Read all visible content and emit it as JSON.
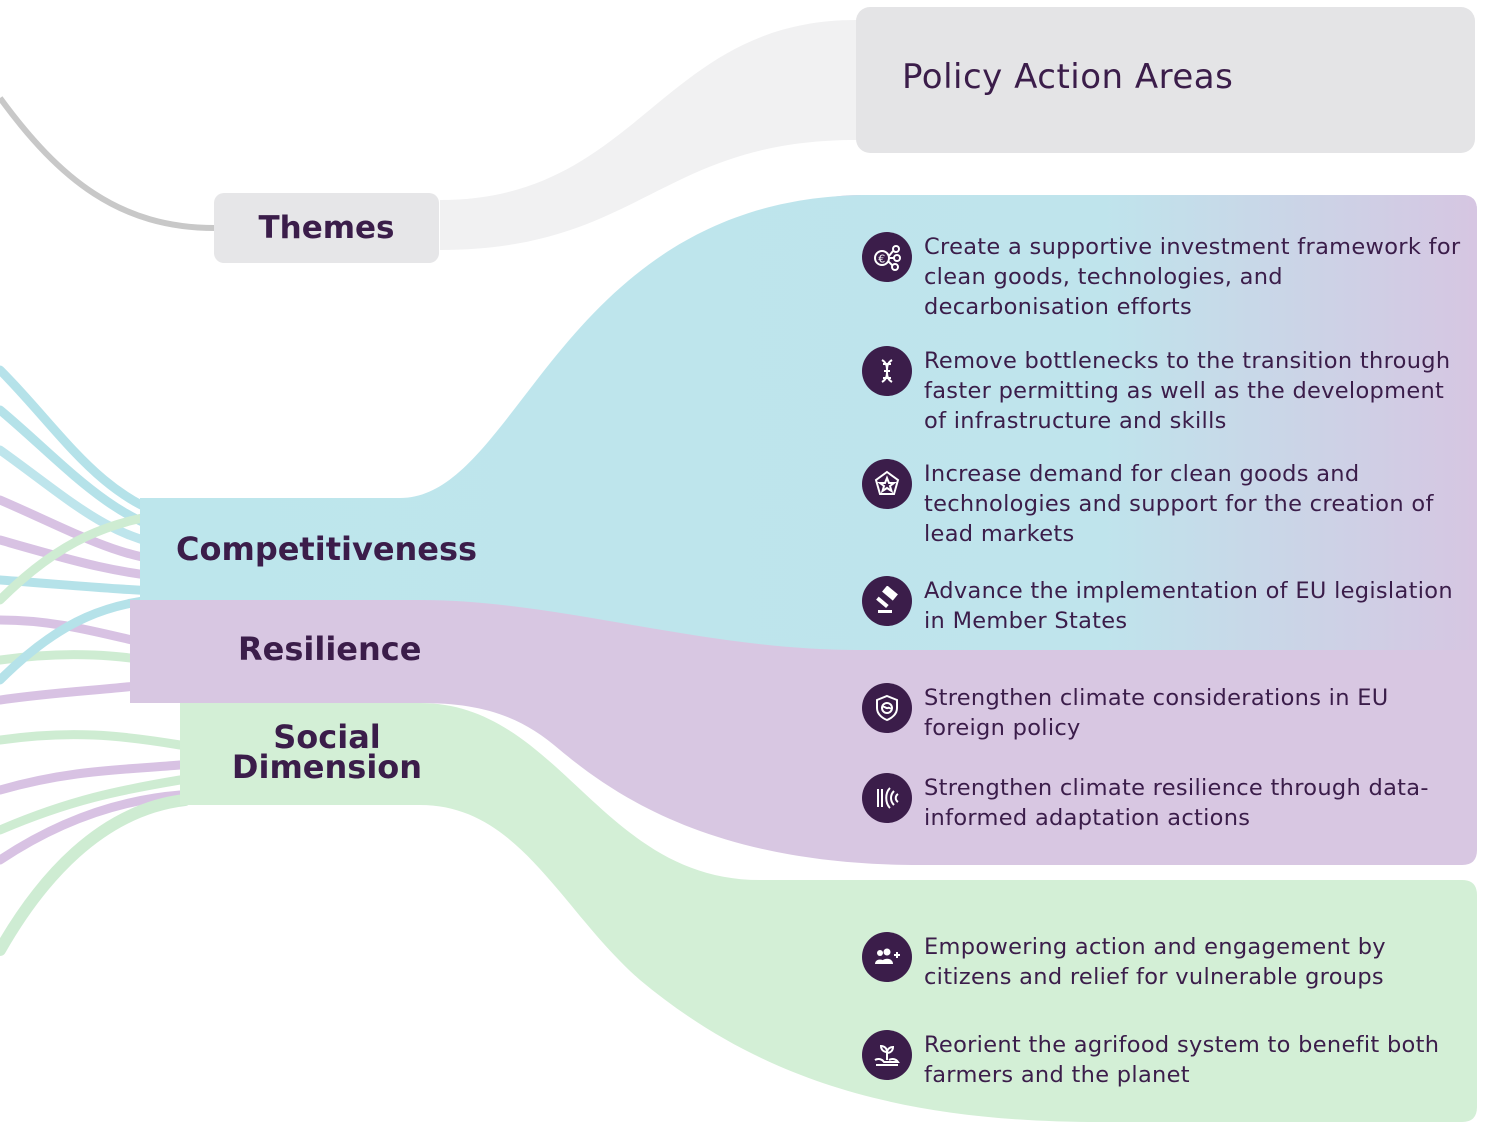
{
  "header": {
    "title": "Policy Action Areas"
  },
  "themes_label": "Themes",
  "themes": [
    {
      "id": "competitiveness",
      "label": "Competitiveness",
      "color": "#bde6ec"
    },
    {
      "id": "resilience",
      "label": "Resilience",
      "color": "#d8c7e2"
    },
    {
      "id": "social",
      "label_line1": "Social",
      "label_line2": "Dimension",
      "color": "#d3efd6"
    }
  ],
  "actions": [
    {
      "icon": "euro-network-icon",
      "text": "Create a supportive investment framework for clean goods, technologies, and decarbonisation efforts"
    },
    {
      "icon": "dna-ladder-icon",
      "text": "Remove bottlenecks to the transition through faster permitting as well as the development of infrastructure and skills"
    },
    {
      "icon": "badge-star-icon",
      "text": "Increase demand for clean goods and technologies and support for the creation of lead markets"
    },
    {
      "icon": "gavel-icon",
      "text": "Advance the implementation of EU legislation in Member States"
    },
    {
      "icon": "globe-shield-icon",
      "text": "Strengthen climate considerations in EU foreign policy"
    },
    {
      "icon": "signal-waves-icon",
      "text": "Strengthen climate resilience through data-informed adaptation actions"
    },
    {
      "icon": "people-plus-icon",
      "text": "Empowering action and engagement by citizens and relief for vulnerable groups"
    },
    {
      "icon": "sprout-hands-icon",
      "text": "Reorient the agrifood system to benefit both farmers and the planet"
    }
  ],
  "colors": {
    "dark": "#3b1d4a",
    "grey_box": "#e4e4e6",
    "grey_flow": "#f1f1f2",
    "grey_line": "#c8c8c8",
    "cyan": "#bde6ec",
    "purple": "#d8c7e2",
    "green": "#d3efd6"
  }
}
